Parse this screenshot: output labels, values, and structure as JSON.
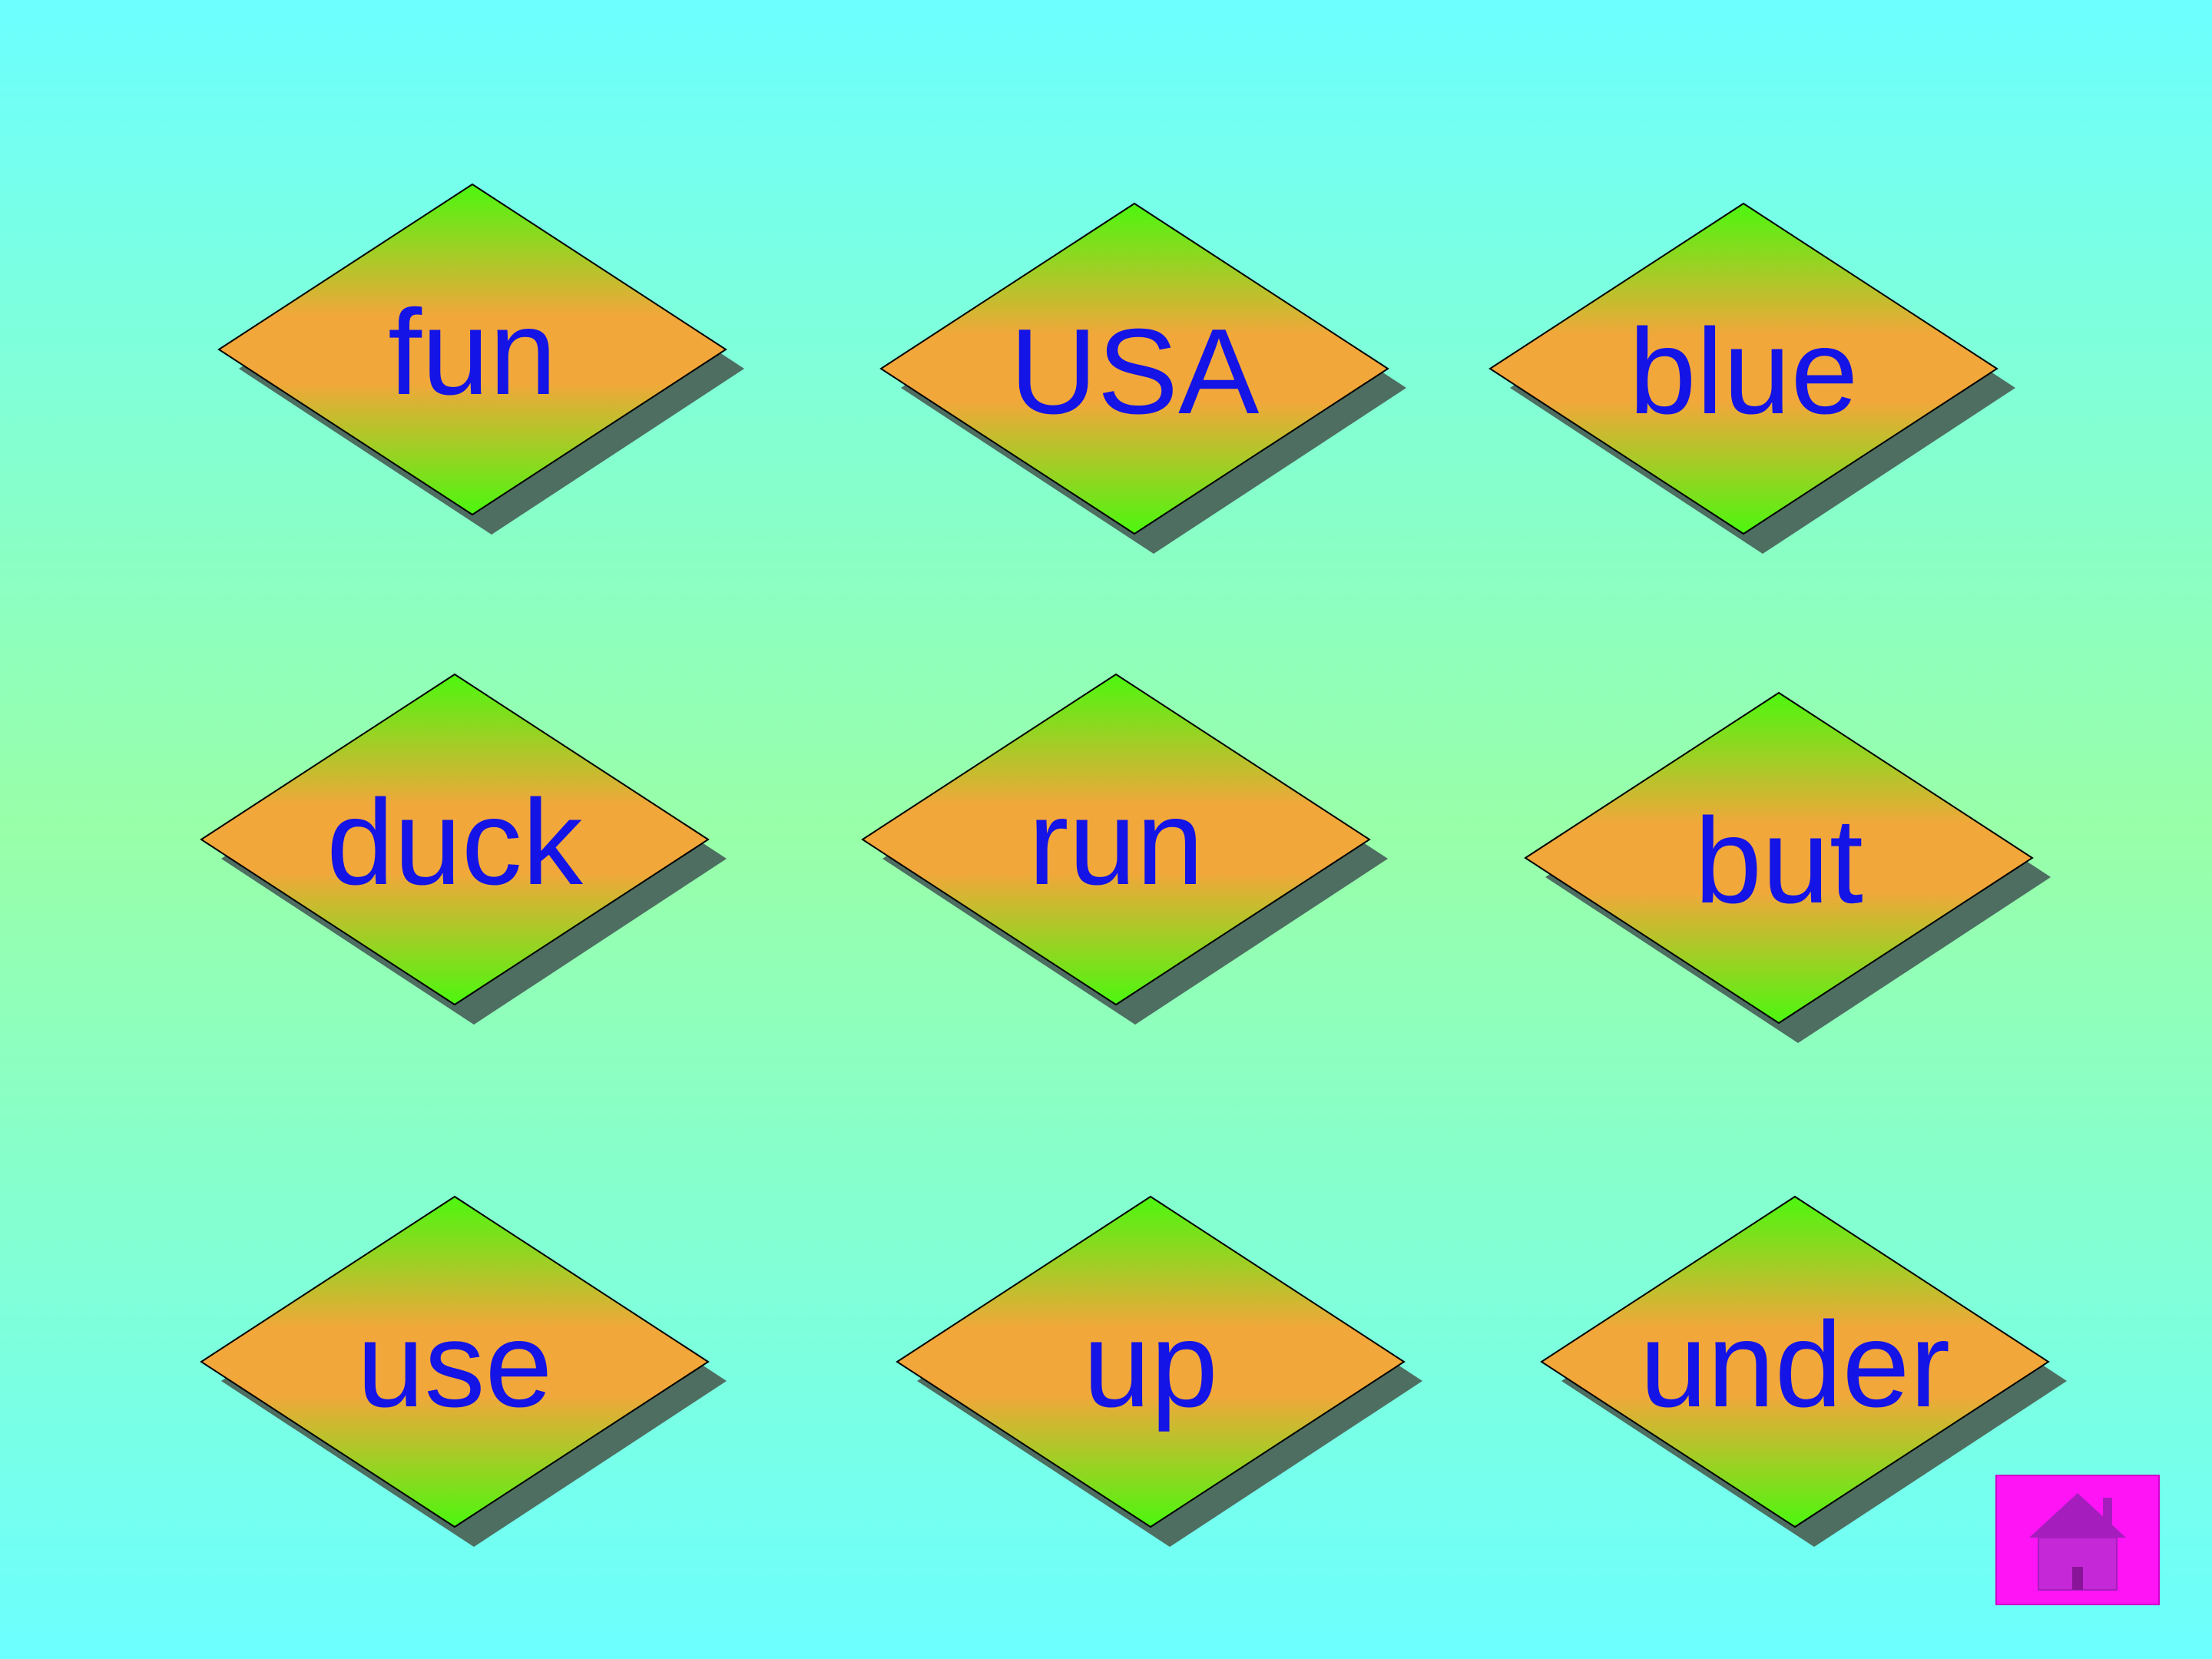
{
  "words": {
    "w1": "fun",
    "w2": "USA",
    "w3": "blue",
    "w4": "duck",
    "w5": "run",
    "w6": "but",
    "w7": "use",
    "w8": "up",
    "w9": "under"
  },
  "home_button": {
    "icon": "home-icon"
  },
  "colors": {
    "background_top": "#6cffff",
    "background_middle": "#99ffa8",
    "diamond_green": "#58f21a",
    "diamond_orange": "#f2a73a",
    "word_blue": "#1414e6",
    "home_magenta": "#ff14f5",
    "home_icon_purple": "#a61dbd"
  }
}
